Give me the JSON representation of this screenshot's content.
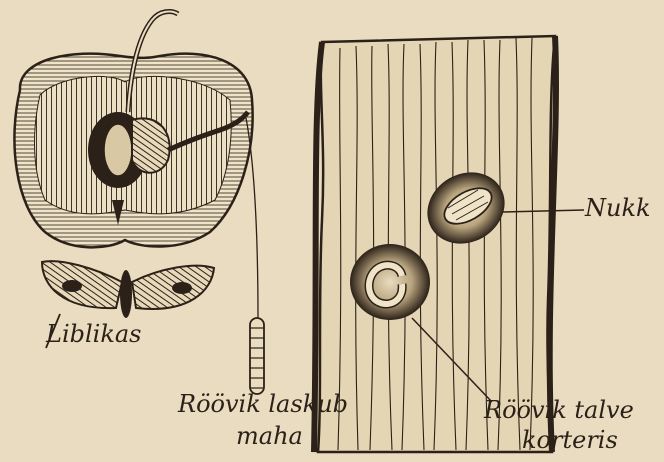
{
  "labels": {
    "moth": "Liblikas",
    "pupa": "Nukk",
    "larva_descends_line1": "Röövik laskub",
    "larva_descends_line2": "maha",
    "larva_winter_line1": "Röövik talve",
    "larva_winter_line2": "korteris"
  },
  "colors": {
    "paper": "#e9dcc0",
    "ink": "#2b2118"
  }
}
